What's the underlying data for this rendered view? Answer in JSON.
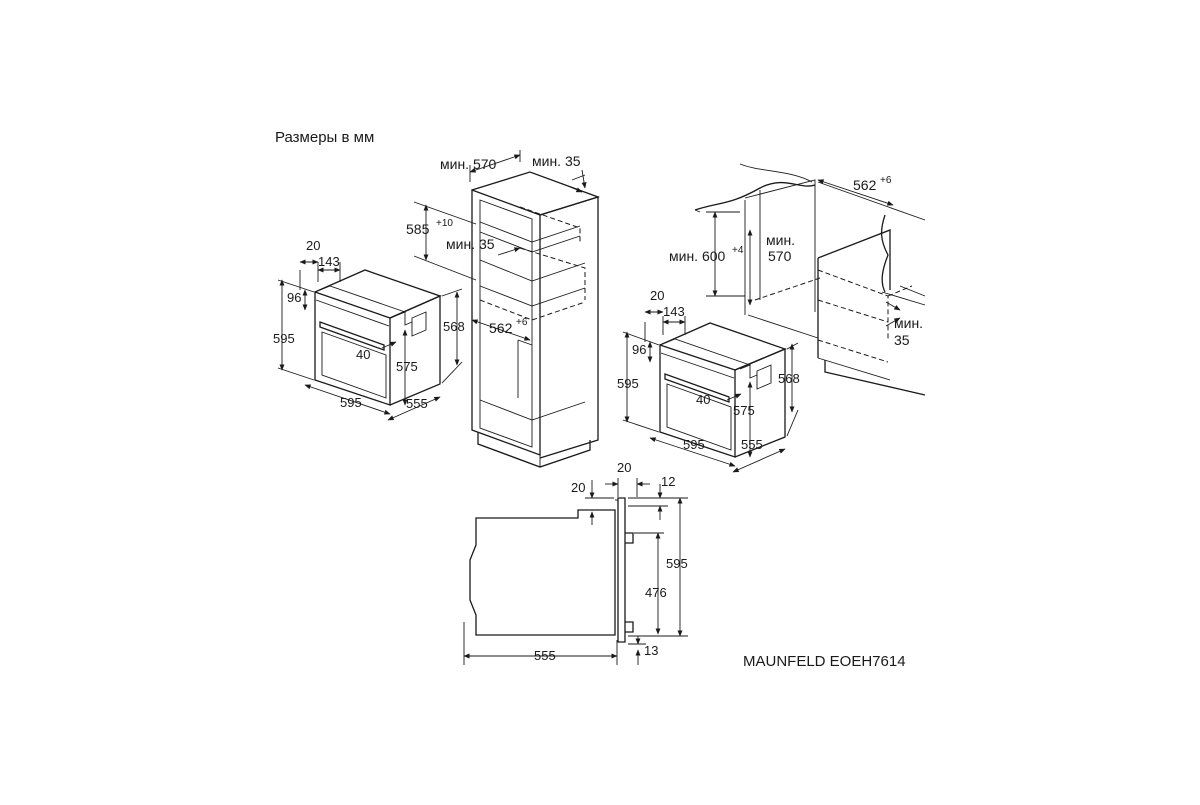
{
  "title": "Размеры в мм",
  "model": "MAUNFELD EOEH7614",
  "oven_left": {
    "d20": "20",
    "d143": "143",
    "d96": "96",
    "d595h": "595",
    "d568": "568",
    "d575": "575",
    "d40": "40",
    "d595w": "595",
    "d555": "555"
  },
  "tall_cabinet": {
    "min570": "мин. 570",
    "min35_top": "мин. 35",
    "h585": "585",
    "h585_tol": "+10",
    "min35_mid": "мин. 35",
    "w562": "562",
    "w562_tol": "+6"
  },
  "oven_right": {
    "d20": "20",
    "d143": "143",
    "d96": "96",
    "d595h": "595",
    "d568": "568",
    "d575": "575",
    "d40": "40",
    "d595w": "595",
    "d555": "555"
  },
  "under_counter": {
    "w562": "562",
    "w562_tol": "+6",
    "min600": "мин. 600",
    "min600_tol": "+4",
    "min570_line1": "мин.",
    "min570_line2": "570",
    "min35_line1": "мин.",
    "min35_line2": "35"
  },
  "side_view": {
    "d20_top": "20",
    "d20_left": "20",
    "d12": "12",
    "d595": "595",
    "d476": "476",
    "d555": "555",
    "d13": "13"
  }
}
